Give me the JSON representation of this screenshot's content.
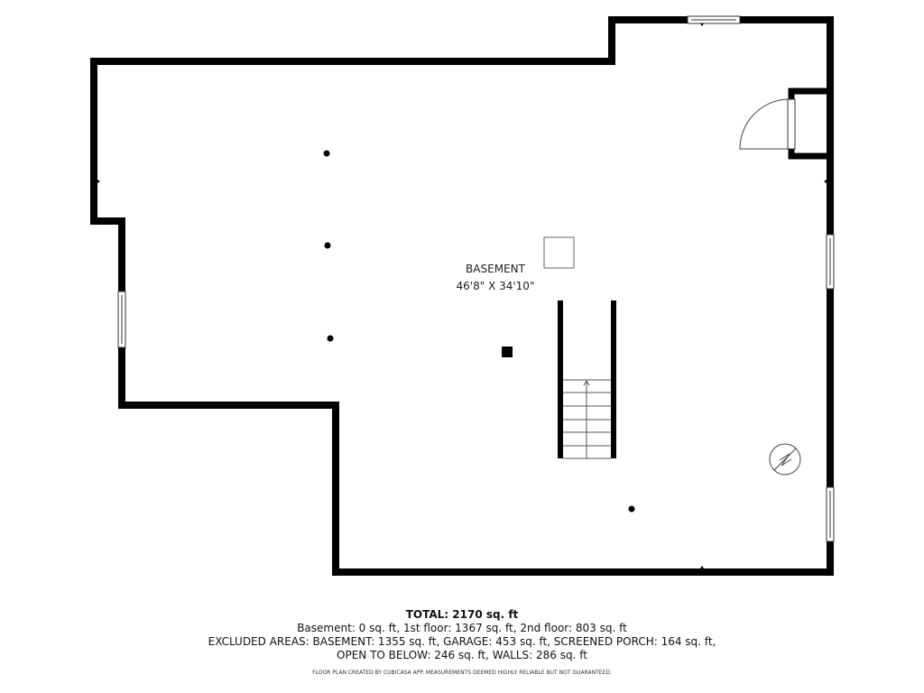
{
  "room": {
    "name": "BASEMENT",
    "dimensions": "46'8\" X 34'10\""
  },
  "summary": {
    "total": "TOTAL: 2170 sq. ft",
    "floors": "Basement: 0 sq. ft, 1st floor: 1367 sq. ft, 2nd floor: 803 sq. ft",
    "excluded_line1": "EXCLUDED AREAS: BASEMENT: 1355 sq. ft, GARAGE: 453 sq. ft, SCREENED PORCH: 164 sq. ft,",
    "excluded_line2": "OPEN TO BELOW: 246 sq. ft, WALLS: 286 sq. ft",
    "disclaimer": "FLOOR PLAN CREATED BY CUBICASA APP. MEASUREMENTS DEEMED HIGHLY RELIABLE BUT NOT GUARANTEED."
  }
}
